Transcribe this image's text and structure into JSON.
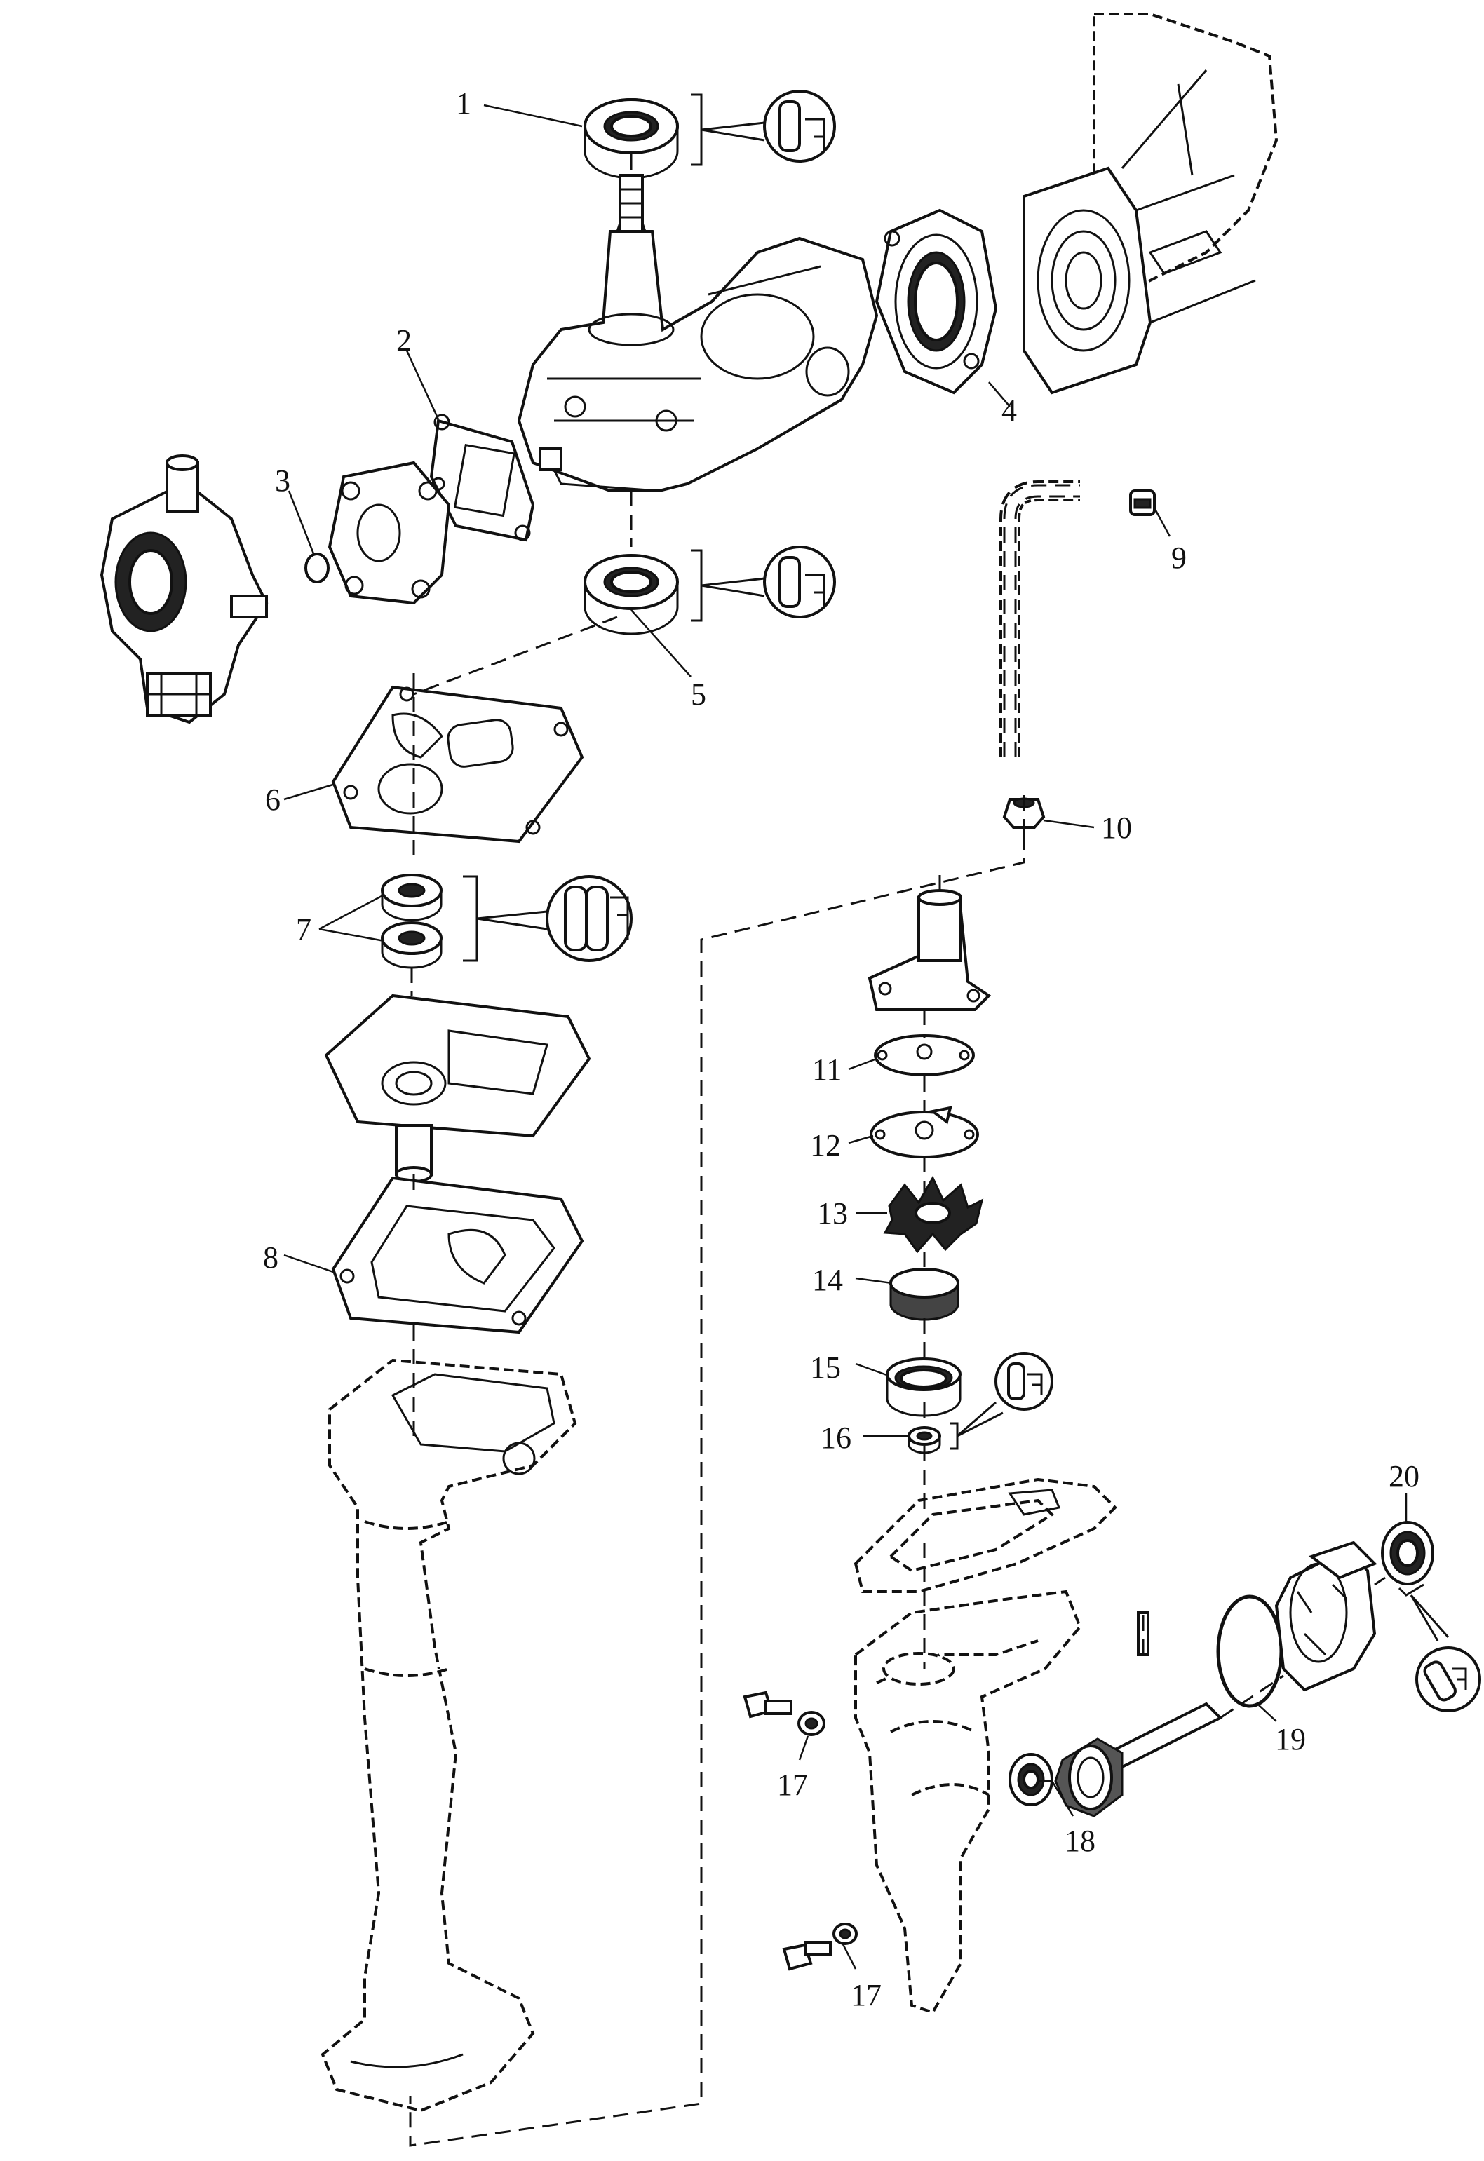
{
  "callouts": [
    {
      "id": "1",
      "label": "1"
    },
    {
      "id": "2",
      "label": "2"
    },
    {
      "id": "3",
      "label": "3"
    },
    {
      "id": "4",
      "label": "4"
    },
    {
      "id": "5",
      "label": "5"
    },
    {
      "id": "6",
      "label": "6"
    },
    {
      "id": "7",
      "label": "7"
    },
    {
      "id": "8",
      "label": "8"
    },
    {
      "id": "9",
      "label": "9"
    },
    {
      "id": "10",
      "label": "10"
    },
    {
      "id": "11",
      "label": "11"
    },
    {
      "id": "12",
      "label": "12"
    },
    {
      "id": "13",
      "label": "13"
    },
    {
      "id": "14",
      "label": "14"
    },
    {
      "id": "15",
      "label": "15"
    },
    {
      "id": "16",
      "label": "16"
    },
    {
      "id": "17a",
      "label": "17"
    },
    {
      "id": "17b",
      "label": "17"
    },
    {
      "id": "18",
      "label": "18"
    },
    {
      "id": "19",
      "label": "19"
    },
    {
      "id": "20",
      "label": "20"
    }
  ],
  "icons": [
    "grease-icon"
  ],
  "colors": {
    "line": "#111111",
    "background": "#ffffff"
  }
}
